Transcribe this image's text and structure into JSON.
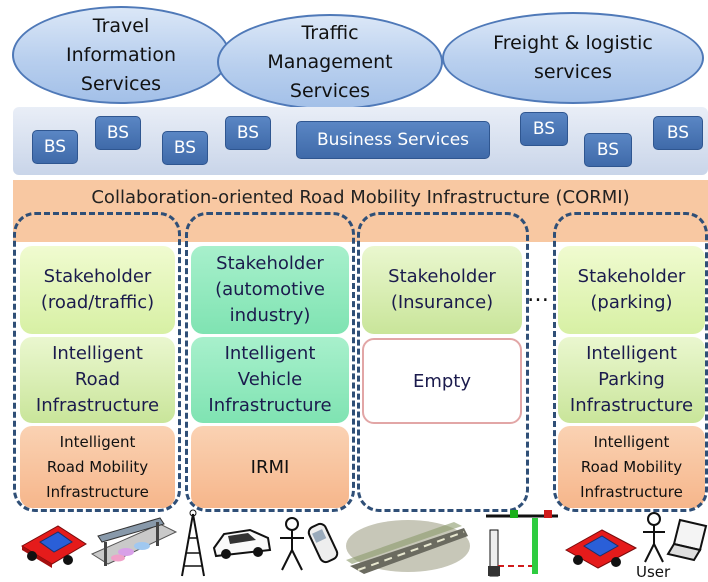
{
  "ellipses": [
    {
      "label": "Travel\nInformation\nServices"
    },
    {
      "label": "Traffic\nManagement\nServices"
    },
    {
      "label": "Freight & logistic\nservices"
    }
  ],
  "business_services": {
    "bs_label": "BS",
    "main_label": "Business Services"
  },
  "cormi": {
    "label": "Collaboration-oriented Road Mobility Infrastructure (CORMI)"
  },
  "columns": [
    {
      "stakeholder": "Stakeholder\n(road/traffic)",
      "infrastructure": "Intelligent\nRoad\nInfrastructure",
      "bottom": "Intelligent\nRoad Mobility\nInfrastructure"
    },
    {
      "stakeholder": "Stakeholder\n(automotive\nindustry)",
      "infrastructure": "Intelligent\nVehicle\nInfrastructure",
      "bottom": "IRMI"
    },
    {
      "stakeholder": "Stakeholder\n(Insurance)",
      "infrastructure": "Empty",
      "bottom": ""
    },
    {
      "stakeholder": "Stakeholder\n(parking)",
      "infrastructure": "Intelligent\nParking\nInfrastructure",
      "bottom": "Intelligent\nRoad Mobility\nInfrastructure"
    }
  ],
  "ellipsis": "…",
  "user_label": "User",
  "colors": {
    "bs_blue": "#4a76b6",
    "cormi_orange": "#f8c8a2",
    "stakeholder_green": "#d7f0a4",
    "automotive_teal": "#7fe3b2",
    "bottom_orange": "#f6b68b",
    "dash_navy": "#2f4f77"
  },
  "icons": [
    "red-car-icon",
    "bridge-road-icon",
    "radio-tower-icon",
    "white-car-icon",
    "person-icon",
    "mobile-phone-icon",
    "road-icon",
    "toll-gate-icon",
    "red-car-icon",
    "person-icon",
    "laptop-icon"
  ]
}
